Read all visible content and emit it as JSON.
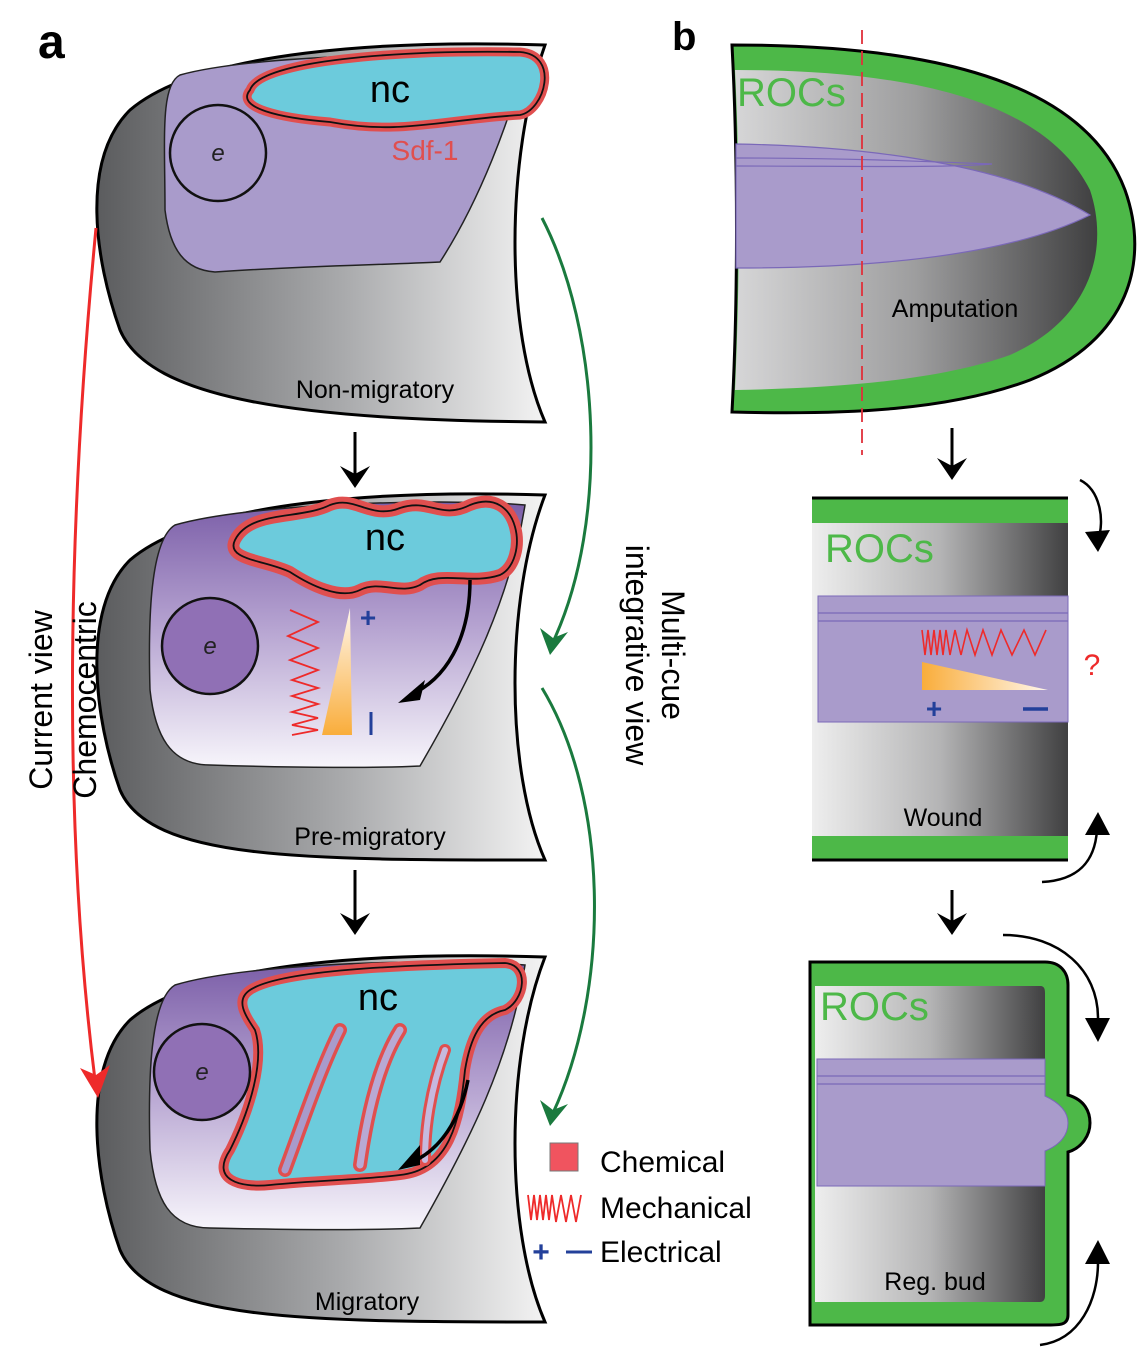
{
  "panel_a": {
    "label": "a",
    "stages": [
      {
        "name": "Non-migratory",
        "tissue": "nc",
        "eye": "e",
        "chemokine": "Sdf-1"
      },
      {
        "name": "Pre-migratory",
        "tissue": "nc",
        "eye": "e",
        "plus": "+",
        "minus": "|"
      },
      {
        "name": "Migratory",
        "tissue": "nc",
        "eye": "e"
      }
    ],
    "left_arrow_label_line1": "Current view",
    "left_arrow_label_line2": "Chemocentric",
    "right_arrow_label_line1": "Multi-cue",
    "right_arrow_label_line2": "integrative view"
  },
  "legend": {
    "items": [
      {
        "label": "Chemical",
        "icon": "red-square"
      },
      {
        "label": "Mechanical",
        "icon": "zigzag"
      },
      {
        "label": "Electrical",
        "icon": "plus-minus",
        "plus": "+",
        "minus": "–"
      }
    ]
  },
  "panel_b": {
    "label": "b",
    "stages": [
      {
        "name": "Amputation",
        "tag": "ROCs"
      },
      {
        "name": "Wound",
        "tag": "ROCs",
        "question": "?",
        "plus": "+",
        "minus": "–"
      },
      {
        "name": "Reg. bud",
        "tag": "ROCs"
      }
    ]
  },
  "colors": {
    "neural_crest": "#6ccbdc",
    "tissue_purple": "#a99bcb",
    "sdf1_red": "#e04f4f",
    "roc_green": "#4db848",
    "chem_arrow_red": "#ee2a2a",
    "multi_arrow_green": "#1a7a3e",
    "electric_blue": "#23409a",
    "gradient_orange": "#f9b040"
  }
}
